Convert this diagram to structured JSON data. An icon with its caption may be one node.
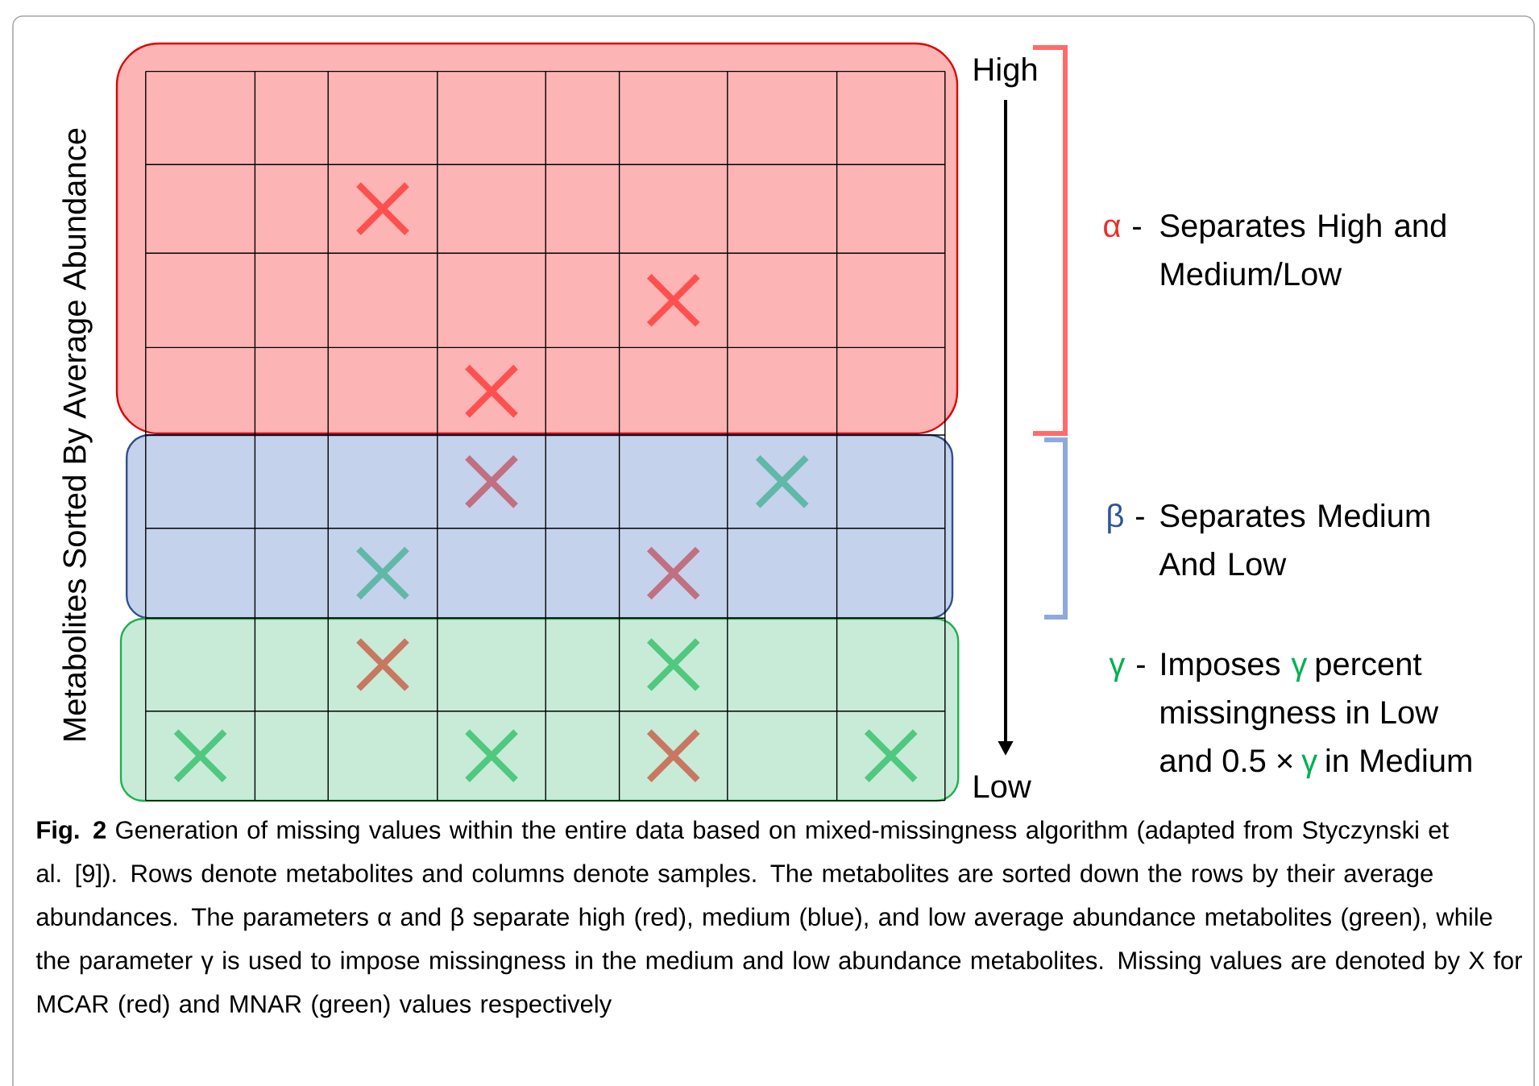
{
  "diagram": {
    "labels": [
      "High",
      "Low",
      "Metabolites Sorted  By Average Abundance",
      "α",
      "-",
      "Separates High and Medium/Low",
      "β",
      "-",
      "Separates Medium And Low",
      "γ",
      "-",
      "Imposes",
      "γ",
      "percent",
      "missingness in Low",
      "and 0.5 ×",
      "γ",
      "in Medium"
    ],
    "caption": "**Fig. 2**  Generation of missing values within the entire data based on mixed-missingness algorithm (adapted from Styczynski et al. [9]). Rows denote metabolites and columns denote samples. The metabolites are sorted down the rows by their average abundances. The parameters α and β separate high (red), medium (blue), and low average abundance metabolites (green), while the parameter γ is used to impose missingness in the medium and low abundance metabolites. Missing values are denoted by X for MCAR (red) and MNAR (green) values respectively"
  }
}
